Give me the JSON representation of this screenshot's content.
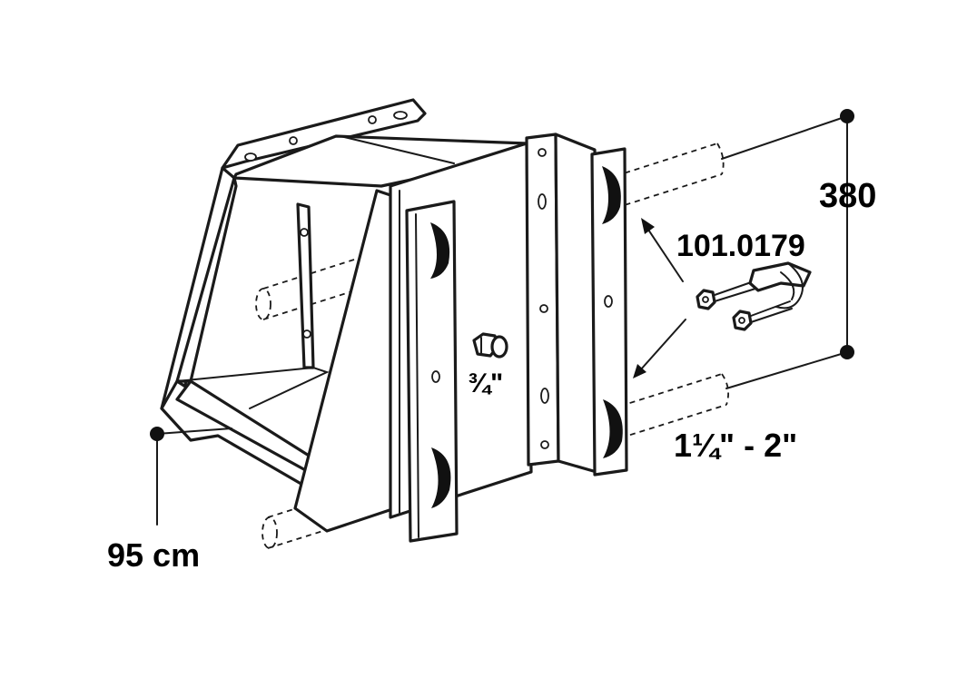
{
  "labels": {
    "height": "380",
    "part_number": "101.0179",
    "fitting": "¾\"",
    "pipe_range": "1¼\" - 2\"",
    "depth": "95 cm"
  },
  "colors": {
    "line": "#1a1a1a",
    "pad": "#111111",
    "background": "#ffffff"
  }
}
